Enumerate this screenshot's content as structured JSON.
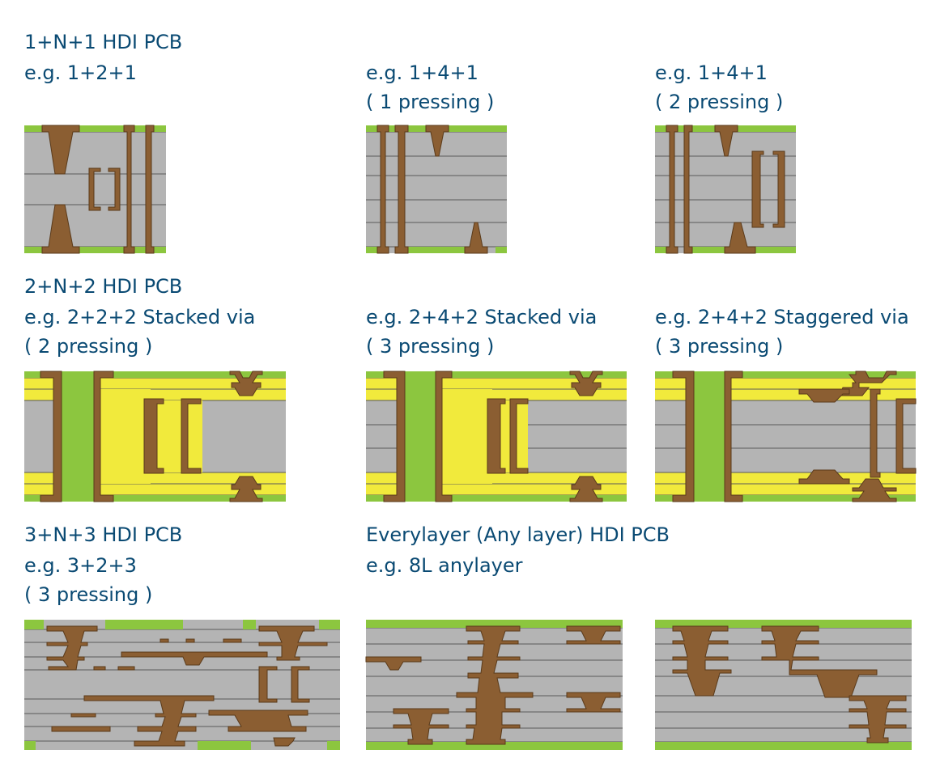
{
  "colors": {
    "dielectric": "#b4b4b4",
    "copper": "#8b5e32",
    "copper_stroke": "#5a3a1a",
    "soldermask": "#8cc63f",
    "prepreg": "#f1ea3c",
    "layer_line": "#5a5a5a",
    "label": "#0a4a73"
  },
  "sections": [
    {
      "id": "s1_title",
      "text": "1+N+1 HDI PCB"
    },
    {
      "id": "s1_ex1",
      "text": "e.g. 1+2+1"
    },
    {
      "id": "s1_ex2",
      "text": "e.g. 1+4+1"
    },
    {
      "id": "s1_ex2_note",
      "text": "( 1 pressing )"
    },
    {
      "id": "s1_ex3",
      "text": "e.g. 1+4+1"
    },
    {
      "id": "s1_ex3_note",
      "text": "( 2 pressing )"
    },
    {
      "id": "s2_title",
      "text": "2+N+2 HDI PCB"
    },
    {
      "id": "s2_ex1",
      "text": "e.g. 2+2+2 Stacked via"
    },
    {
      "id": "s2_ex1_note",
      "text": "( 2 pressing )"
    },
    {
      "id": "s2_ex2",
      "text": "e.g. 2+4+2 Stacked via"
    },
    {
      "id": "s2_ex2_note",
      "text": "( 3 pressing )"
    },
    {
      "id": "s2_ex3",
      "text": "e.g. 2+4+2 Staggered via"
    },
    {
      "id": "s2_ex3_note",
      "text": "( 3 pressing )"
    },
    {
      "id": "s3_title",
      "text": "3+N+3 HDI PCB"
    },
    {
      "id": "s3_ex1",
      "text": "e.g. 3+2+3"
    },
    {
      "id": "s3_ex1_note",
      "text": "( 3 pressing )"
    },
    {
      "id": "s4_title",
      "text": "Everylayer (Any layer) HDI PCB"
    },
    {
      "id": "s4_ex1",
      "text": "e.g. 8L anylayer"
    }
  ]
}
